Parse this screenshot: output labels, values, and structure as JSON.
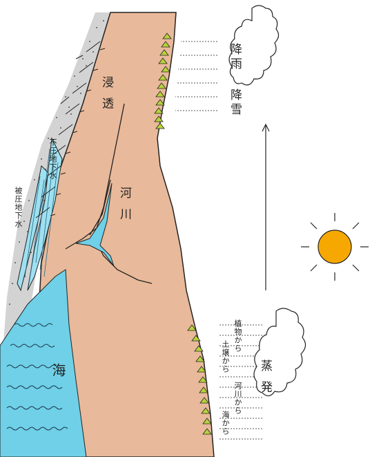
{
  "labels": {
    "rain": "降雨",
    "snow": "降雪",
    "infiltration": "浸 透",
    "river": "河 川",
    "sea": "海",
    "unconfined_groundwater": "不圧地下水",
    "confined_groundwater": "被圧地下水",
    "evaporation": "蒸 発",
    "from_plants": "植物から",
    "from_soil": "土壌から",
    "from_rivers": "河川から",
    "from_sea": "海から"
  },
  "colors": {
    "land": "#e8b99a",
    "rock": "#d3d3d3",
    "sea": "#6fd0e8",
    "aquifer": "#9fe0f0",
    "sun": "#f7a800",
    "tree": "#b7d43a",
    "outline": "#222222"
  }
}
